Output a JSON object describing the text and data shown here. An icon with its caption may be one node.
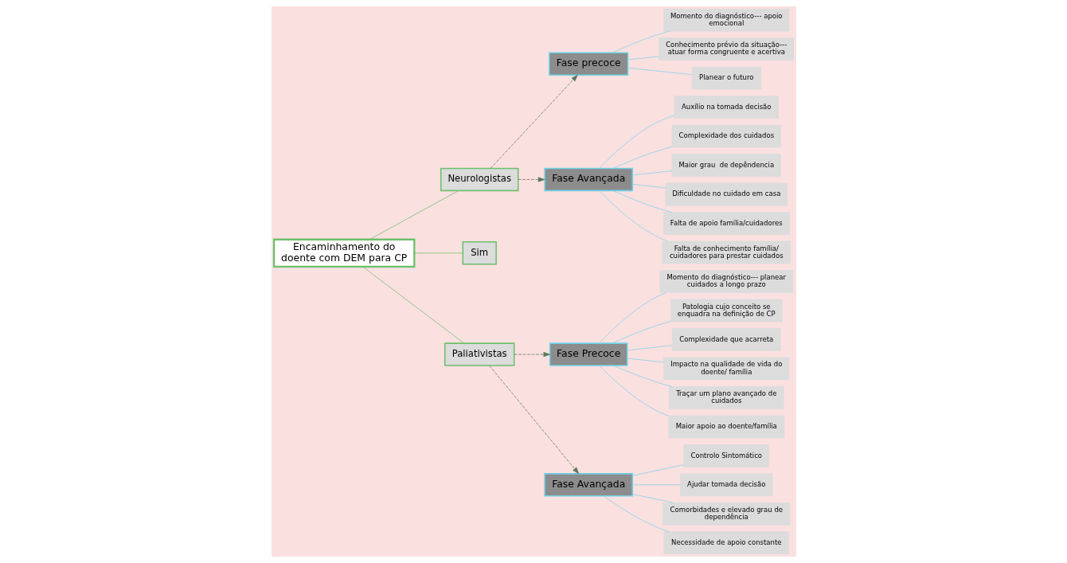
{
  "diagram": {
    "nodes": [
      {
        "text": [
          "Encaminhamento do doente com DEM para CP"
        ]
      },
      {
        "text": [
          "Neurologistas"
        ]
      },
      {
        "text": [
          "Sim"
        ]
      },
      {
        "text": [
          "Paliativistas"
        ]
      },
      {
        "text": [
          "Fase precoce"
        ]
      },
      {
        "text": [
          "Momento do diagnóstico--- apoio emocional"
        ]
      },
      {
        "text": [
          "Conhecimento prévio da situação--- atuar forma congruente e acertiva"
        ]
      },
      {
        "text": [
          "Planear o futuro"
        ]
      },
      {
        "text": [
          "Fase Avançada"
        ]
      },
      {
        "text": [
          "Auxílio na tomada decisão"
        ]
      },
      {
        "text": [
          "Complexidade dos cuidados"
        ]
      },
      {
        "text": [
          "Maior grau  de depêndencia"
        ]
      },
      {
        "text": [
          "Dificuldade no cuidado em casa"
        ]
      },
      {
        "text": [
          "Falta de apoio família/cuidadores"
        ]
      },
      {
        "text": [
          "Falta de conhecimento família/ cuidadores para prestar cuidados"
        ]
      },
      {
        "text": [
          "Fase Precoce"
        ]
      },
      {
        "text": [
          "Momento do diagnóstico--- planear cuidados a longo prazo"
        ]
      },
      {
        "text": [
          "Patologia cujo conceito se enquadra na definição de CP"
        ]
      },
      {
        "text": [
          "Complexidade que acarreta"
        ]
      },
      {
        "text": [
          "Impacto na qualidade de vida do doente/ família"
        ]
      },
      {
        "text": [
          "Traçar um plano avançado de cuidados"
        ]
      },
      {
        "text": [
          "Maior apoio ao doente/família"
        ]
      },
      {
        "text": [
          "Fase Avançada"
        ]
      },
      {
        "text": [
          "Controlo Sintomático"
        ]
      },
      {
        "text": [
          "Ajudar tomada decisão"
        ]
      },
      {
        "text": [
          "Comorbidades e elevado grau de dependência"
        ]
      },
      {
        "text": [
          "Necessidade de apoio constante"
        ]
      }
    ],
    "edges": [
      {
        "from": 0,
        "to": 1,
        "arrow": "none",
        "color": "#6cc06c"
      },
      {
        "from": 0,
        "to": 2,
        "arrow": "none",
        "color": "#6cc06c"
      },
      {
        "from": 0,
        "to": 3,
        "arrow": "none",
        "color": "#6cc06c"
      },
      {
        "from": 1,
        "to": 4,
        "arrow": "to",
        "style": "dashed",
        "color": "#5a7a5a"
      },
      {
        "from": 1,
        "to": 8,
        "arrow": "to",
        "style": "dashed",
        "color": "#5a7a5a"
      },
      {
        "from": 3,
        "to": 15,
        "arrow": "to",
        "style": "dashed",
        "color": "#5a7a5a"
      },
      {
        "from": 3,
        "to": 22,
        "arrow": "to",
        "style": "dashed",
        "color": "#5a7a5a"
      },
      {
        "from": 4,
        "to": 5,
        "arrow": "none"
      },
      {
        "from": 4,
        "to": 6,
        "arrow": "none"
      },
      {
        "from": 4,
        "to": 7,
        "arrow": "none"
      },
      {
        "from": 8,
        "to": 9,
        "arrow": "none"
      },
      {
        "from": 8,
        "to": 10,
        "arrow": "none"
      },
      {
        "from": 8,
        "to": 11,
        "arrow": "none"
      },
      {
        "from": 8,
        "to": 12,
        "arrow": "none"
      },
      {
        "from": 8,
        "to": 13,
        "arrow": "none"
      },
      {
        "from": 8,
        "to": 14,
        "arrow": "none"
      },
      {
        "from": 15,
        "to": 16,
        "arrow": "none"
      },
      {
        "from": 15,
        "to": 17,
        "arrow": "none"
      },
      {
        "from": 15,
        "to": 18,
        "arrow": "none"
      },
      {
        "from": 15,
        "to": 19,
        "arrow": "none"
      },
      {
        "from": 15,
        "to": 20,
        "arrow": "none"
      },
      {
        "from": 15,
        "to": 21,
        "arrow": "none"
      },
      {
        "from": 22,
        "to": 23,
        "arrow": "none"
      },
      {
        "from": 22,
        "to": 24,
        "arrow": "none"
      },
      {
        "from": 22,
        "to": 25,
        "arrow": "none"
      },
      {
        "from": 22,
        "to": 26,
        "arrow": "none"
      }
    ]
  }
}
